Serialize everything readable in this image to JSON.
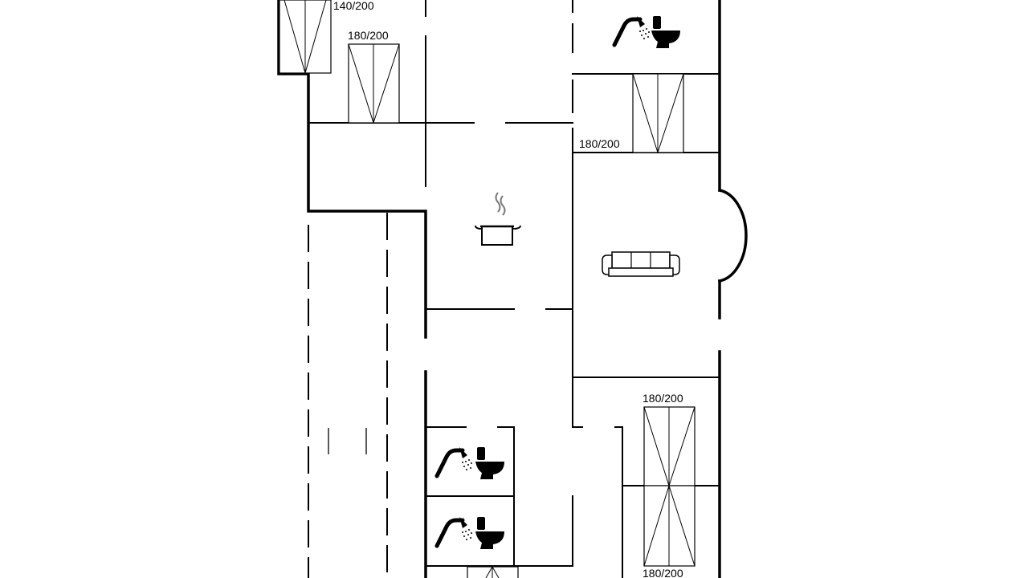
{
  "floorplan": {
    "bed_labels": [
      "140/200",
      "180/200",
      "180/200",
      "180/200",
      "180/200"
    ]
  },
  "icons": [
    "shower-icon",
    "toilet-icon",
    "cooking-pot-icon",
    "sofa-icon"
  ]
}
